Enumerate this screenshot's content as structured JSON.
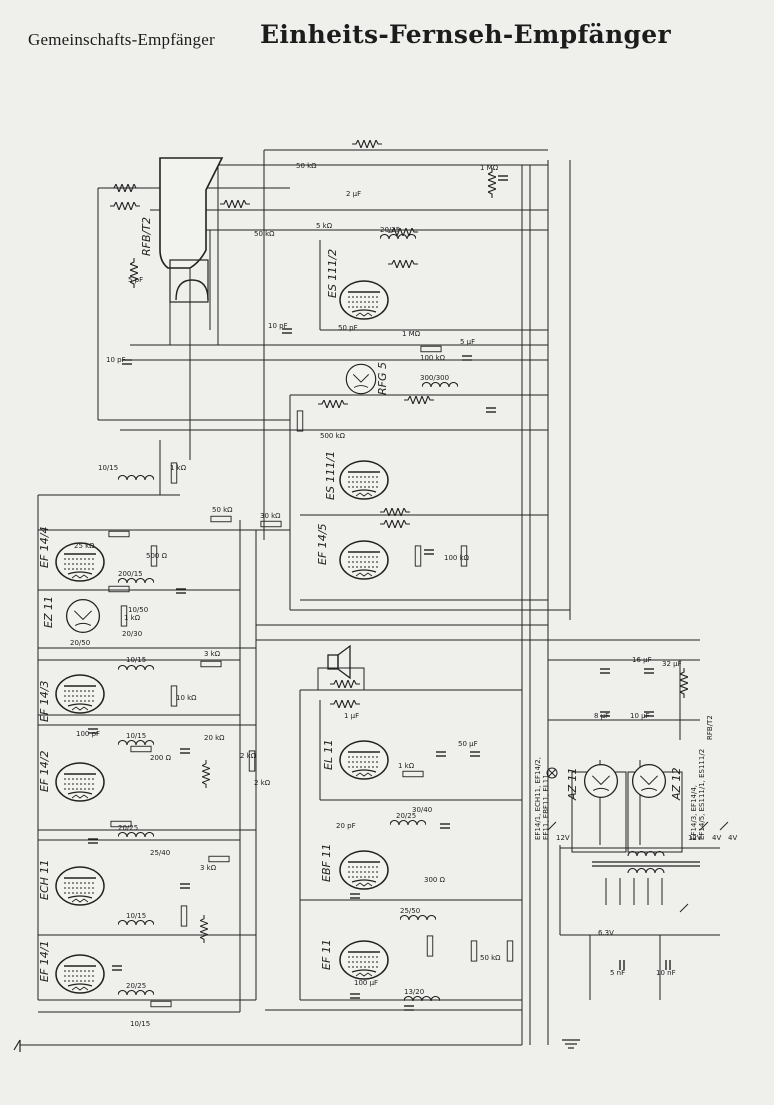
{
  "header": {
    "subtitle": "Gemeinschafts-Empfänger",
    "title": "Einheits-Fernseh-Empfänger"
  },
  "tubes": {
    "crt": "RFB/T2",
    "rfg5": "RFG 5",
    "es111_2": "ES 111/2",
    "es111_1": "ES 111/1",
    "ef14_5": "EF 14/5",
    "ef14_4": "EF 14/4",
    "ez11": "EZ 11",
    "ef14_3": "EF 14/3",
    "ef14_2": "EF 14/2",
    "ech11": "ECH 11",
    "ef14_1": "EF 14/1",
    "el11": "EL 11",
    "ebf11": "EBF 11",
    "ef11": "EF 11",
    "az11": "AZ 11",
    "az12": "AZ 12"
  },
  "heater_notes": {
    "left_1": "EF14/1, ECH11, EF14/2,",
    "left_2": "EF11, EBF11, EL11",
    "right_1": "EF14/3, EF14/4,",
    "right_2": "EF14/5, ES111/1, ES111/2",
    "right_3": "RFB/T2"
  },
  "coil_labels": {
    "l1": "10/15",
    "l2": "200/15",
    "l3": "10/15",
    "l4": "10/15",
    "l5": "20/25",
    "l6": "10/15",
    "l7": "20/25",
    "l8": "10/15",
    "l9": "25/40",
    "l10": "20/25",
    "l11": "25/50",
    "l12": "13/20",
    "l13": "20/30",
    "l14": "20/50",
    "l15": "10/50",
    "l16": "20/35",
    "l17": "30/40",
    "l18": "300/300"
  },
  "component_labels": {
    "r1": "50 kΩ",
    "r2": "25 kΩ",
    "r3": "1 MΩ",
    "r4": "5 kΩ",
    "r5": "50 kΩ",
    "r6": "3 kΩ",
    "r7": "50 kΩ",
    "r8": "100 kΩ",
    "r9": "500 Ω",
    "r10": "1 kΩ",
    "r11": "30 kΩ",
    "r12": "2 kΩ",
    "r13": "10 kΩ",
    "r14": "200 Ω",
    "r15": "1 MΩ",
    "r16": "20 kΩ",
    "r17": "3 kΩ",
    "r18": "1 kΩ",
    "r19": "500 kΩ",
    "r20": "100 kΩ",
    "r21": "2 kΩ",
    "r22": "1 kΩ",
    "r23": "50 kΩ",
    "r24": "300 Ω",
    "c1": "10 pF",
    "c2": "5 pF",
    "c3": "50 pF",
    "c4": "2 µF",
    "c5": "10 pF",
    "c6": "100 pF",
    "c7": "1 µF",
    "c8": "20 pF",
    "c9": "8 µF",
    "c10": "16 µF",
    "c11": "32 µF",
    "c12": "10 µF",
    "c13": "50 µF",
    "c14": "5 µF",
    "c15": "100 µF",
    "c16": "5 nF",
    "c17": "10 nF"
  },
  "supply_labels": {
    "v1": "12V",
    "v2": "4V",
    "v3": "6.3V",
    "v4": "12V",
    "v5": "4V"
  }
}
